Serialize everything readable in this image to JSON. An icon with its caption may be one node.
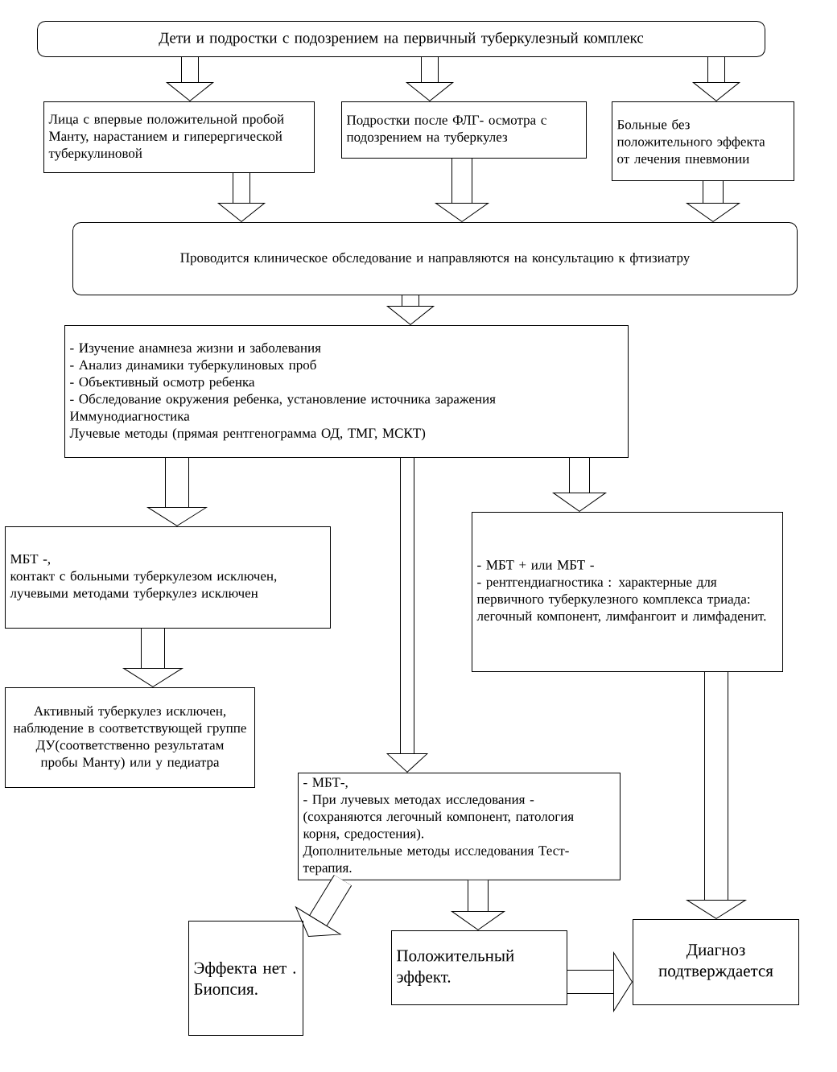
{
  "diagram": {
    "nodes": [
      {
        "text": [
          "Дети и подростки с подозрением на первичный туберкулезный комплекс"
        ]
      },
      {
        "text": [
          "Лица с впервые положительной пробой Манту, нарастанием и гиперергической туберкулиновой"
        ]
      },
      {
        "text": [
          "Подростки после ФЛГ- осмотра с подозрением на туберкулез"
        ]
      },
      {
        "text": [
          "Больные без положительного эффекта от лечения пневмонии"
        ]
      },
      {
        "text": [
          "Проводится клиническое обследование и направляются на консультацию к фтизиатру"
        ]
      },
      {
        "text": [
          "- Изучение анамнеза жизни и заболевания",
          "- Анализ динамики туберкулиновых проб",
          "- Объективный осмотр ребенка",
          "- Обследование окружения ребенка, установление источника заражения",
          "Иммунодиагностика",
          "Лучевые методы (прямая рентгенограмма ОД, ТМГ, МСКТ)"
        ]
      },
      {
        "text": [
          "МБТ -,",
          "контакт с больными туберкулезом исключен, лучевыми методами туберкулез исключен"
        ]
      },
      {
        "text": [
          "- МБТ + или МБТ -",
          "- рентгендиагностика : характерные для первичного туберкулезного комплекса триада: легочный компонент, лимфангоит и лимфаденит."
        ]
      },
      {
        "text": [
          "Активный туберкулез исключен, наблюдение в соответствующей группе ДУ(соответственно результатам пробы Манту) или у педиатра"
        ]
      },
      {
        "text": [
          "- МБТ-,",
          "- При лучевых методах исследования - (сохраняются легочный компонент, патология корня, средостения).",
          "Дополнительные методы исследования Тест-терапия."
        ]
      },
      {
        "text": [
          "Эффекта нет . Биопсия."
        ]
      },
      {
        "text": [
          "Положительный эффект."
        ]
      },
      {
        "text": [
          "Диагноз подтверждается"
        ]
      }
    ],
    "edges": [
      {
        "from": 0,
        "to": 1,
        "arrow": "to"
      },
      {
        "from": 0,
        "to": 2,
        "arrow": "to"
      },
      {
        "from": 0,
        "to": 3,
        "arrow": "to"
      },
      {
        "from": 1,
        "to": 4,
        "arrow": "to"
      },
      {
        "from": 2,
        "to": 4,
        "arrow": "to"
      },
      {
        "from": 3,
        "to": 4,
        "arrow": "to"
      },
      {
        "from": 4,
        "to": 5,
        "arrow": "to"
      },
      {
        "from": 5,
        "to": 6,
        "arrow": "to"
      },
      {
        "from": 5,
        "to": 9,
        "arrow": "to"
      },
      {
        "from": 5,
        "to": 7,
        "arrow": "to"
      },
      {
        "from": 6,
        "to": 8,
        "arrow": "to"
      },
      {
        "from": 9,
        "to": 10,
        "arrow": "to"
      },
      {
        "from": 9,
        "to": 11,
        "arrow": "to"
      },
      {
        "from": 11,
        "to": 12,
        "arrow": "to"
      },
      {
        "from": 7,
        "to": 12,
        "arrow": "to"
      }
    ]
  }
}
